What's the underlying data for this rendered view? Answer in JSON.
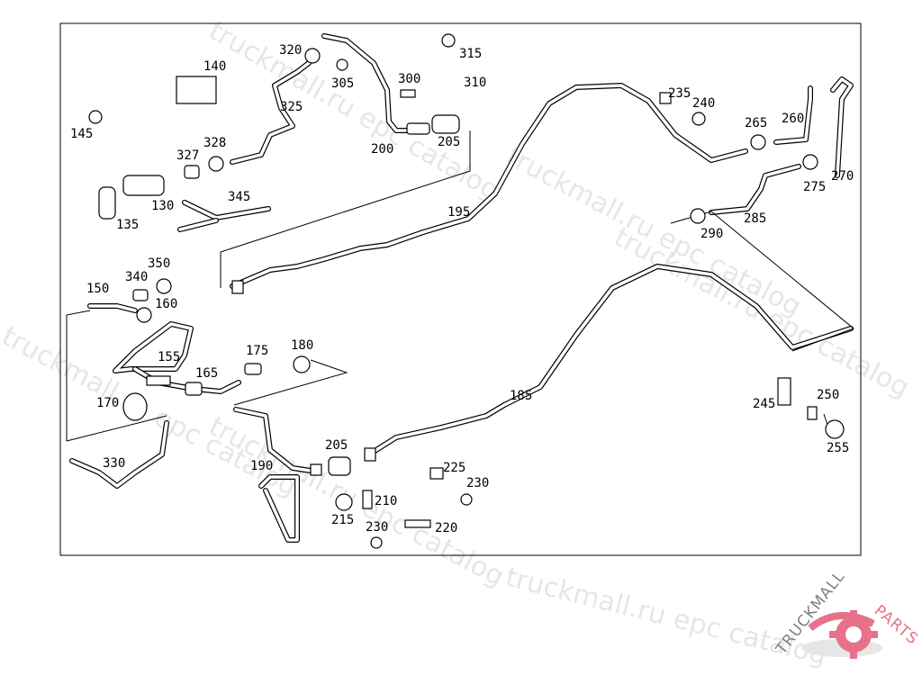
{
  "diagram": {
    "part_labels": [
      "140",
      "145",
      "320",
      "305",
      "325",
      "300",
      "315",
      "310",
      "327",
      "328",
      "200",
      "205",
      "130",
      "135",
      "345",
      "195",
      "235",
      "240",
      "265",
      "260",
      "270",
      "275",
      "285",
      "290",
      "150",
      "340",
      "350",
      "160",
      "155",
      "175",
      "180",
      "165",
      "170",
      "185",
      "245",
      "250",
      "255",
      "330",
      "205",
      "190",
      "225",
      "230",
      "210",
      "215",
      "230",
      "220"
    ]
  },
  "watermark": {
    "text": "truckmall.ru epc catalog"
  },
  "logo": {
    "text_primary": "TRUCKMALL",
    "text_accent": "PARTS",
    "colors": {
      "primary": "#808080",
      "accent": "#e8718a"
    }
  },
  "colors": {
    "line": "#000000",
    "background": "#ffffff"
  }
}
